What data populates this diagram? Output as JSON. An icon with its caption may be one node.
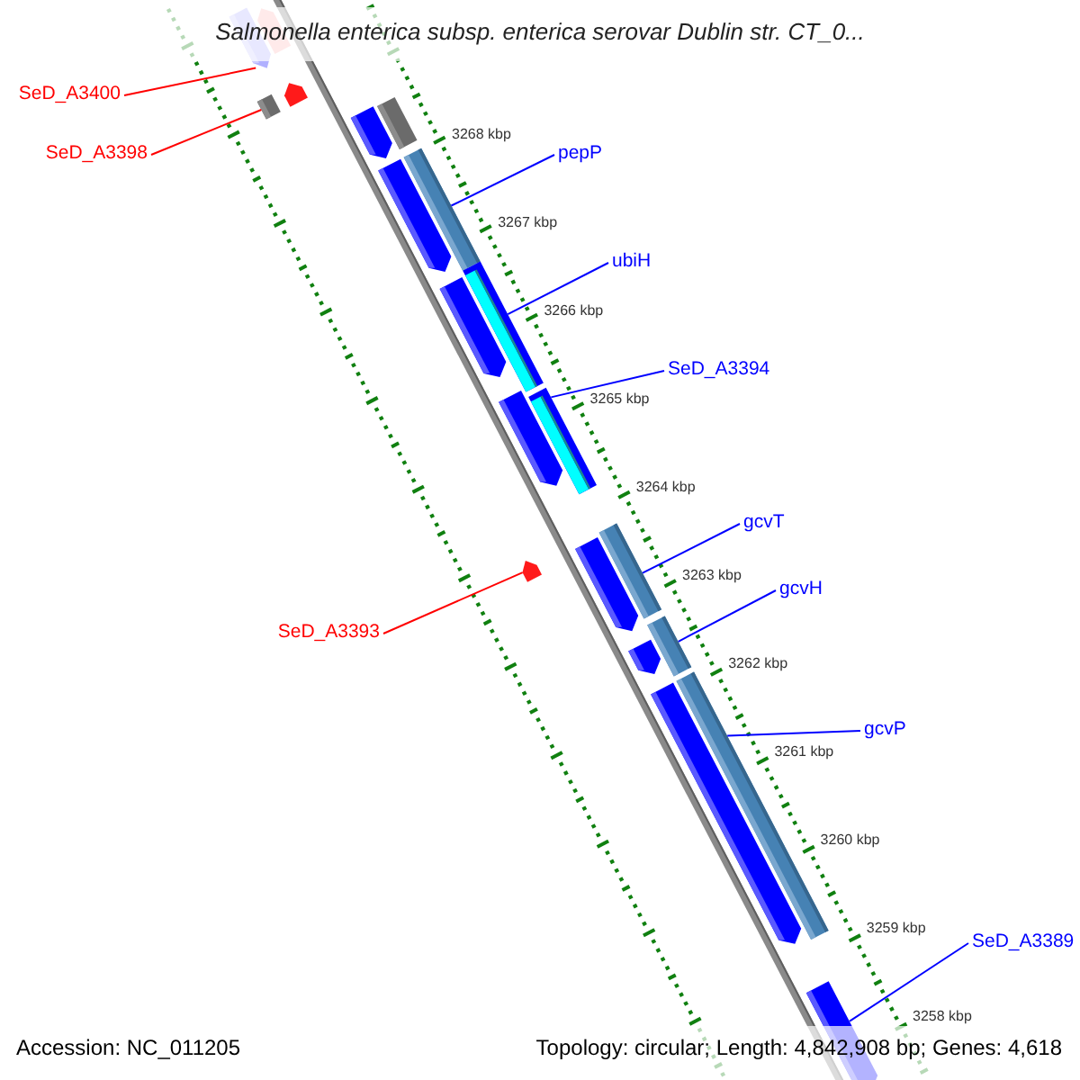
{
  "diagram": {
    "title": "Salmonella enterica subsp. enterica serovar Dublin str. CT_0...",
    "nodes": [
      {
        "text": [
          "SeD_A3400"
        ]
      },
      {
        "text": [
          "SeD_A3398"
        ]
      },
      {
        "text": [
          "pepP"
        ]
      },
      {
        "text": [
          "ubiH"
        ]
      },
      {
        "text": [
          "SeD_A3394"
        ]
      },
      {
        "text": [
          "gcvT"
        ]
      },
      {
        "text": [
          "gcvH"
        ]
      },
      {
        "text": [
          "SeD_A3393"
        ]
      },
      {
        "text": [
          "gcvP"
        ]
      },
      {
        "text": [
          "SeD_A3389"
        ]
      },
      {
        "text": [],
        "shape": "arrow"
      },
      {
        "text": [],
        "shape": "arrow"
      },
      {
        "text": [],
        "shape": "arrow"
      },
      {
        "text": [],
        "shape": "bar"
      },
      {
        "text": [],
        "shape": "bar"
      },
      {
        "text": [],
        "shape": "arrow"
      },
      {
        "text": [],
        "shape": "bar"
      },
      {
        "text": [],
        "shape": "arrow"
      },
      {
        "text": [],
        "shape": "bar"
      },
      {
        "text": [],
        "shape": "arrow"
      },
      {
        "text": [],
        "shape": "bar"
      },
      {
        "text": [],
        "shape": "arrow"
      },
      {
        "text": [],
        "shape": "bar"
      },
      {
        "text": [],
        "shape": "arrow"
      },
      {
        "text": [],
        "shape": "arrow"
      },
      {
        "text": [],
        "shape": "bar"
      },
      {
        "text": [],
        "shape": "arrow"
      },
      {
        "text": [],
        "shape": "bar"
      },
      {
        "text": [],
        "shape": "arrow"
      },
      {
        "text": [],
        "shape": "arrow"
      }
    ],
    "edges": [
      {
        "from": 0,
        "to": 11,
        "arrow": "none",
        "color": "#ff0000"
      },
      {
        "from": 1,
        "to": 13,
        "arrow": "none",
        "color": "#ff0000"
      },
      {
        "from": 2,
        "to": 16,
        "arrow": "none"
      },
      {
        "from": 3,
        "to": 18,
        "arrow": "none"
      },
      {
        "from": 4,
        "to": 20,
        "arrow": "none"
      },
      {
        "from": 5,
        "to": 22,
        "arrow": "none"
      },
      {
        "from": 6,
        "to": 25,
        "arrow": "none"
      },
      {
        "from": 7,
        "to": 24,
        "arrow": "none",
        "color": "#ff0000"
      },
      {
        "from": 8,
        "to": 27,
        "arrow": "none"
      },
      {
        "from": 9,
        "to": 29,
        "arrow": "none"
      }
    ],
    "labels": [
      "3268 kbp",
      "3267 kbp",
      "3266 kbp",
      "3265 kbp",
      "3264 kbp",
      "3263 kbp",
      "3262 kbp",
      "3261 kbp",
      "3260 kbp",
      "3259 kbp",
      "3258 kbp",
      "Accession: NC_011205",
      "Topology: circular; Length: 4,842,908 bp; Genes: 4,618"
    ]
  }
}
